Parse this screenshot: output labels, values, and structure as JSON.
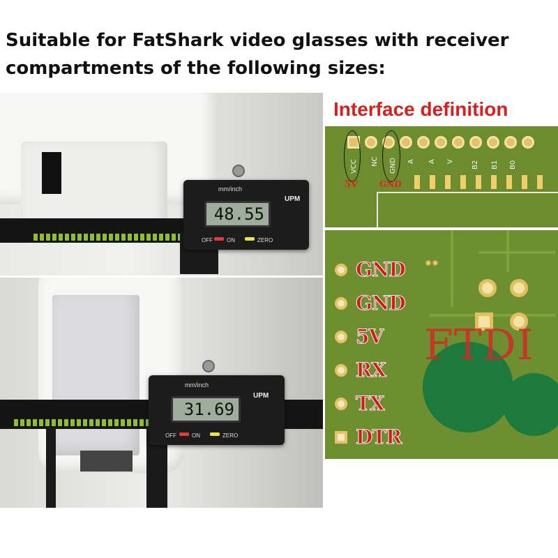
{
  "headline": {
    "line1": "Suitable for FatShark video glasses with receiver",
    "line2": "compartments of the following sizes:"
  },
  "measurements": {
    "top": {
      "reading": "48.55",
      "unit_label": "mm/inch",
      "brand": "UPM",
      "off": "OFF",
      "on": "ON",
      "zero": "ZERO"
    },
    "bottom": {
      "reading": "31.69",
      "unit_label": "mm/inch",
      "brand": "UPM",
      "off": "OFF",
      "on": "ON",
      "zero": "ZERO"
    }
  },
  "interface": {
    "title": "Interface definition",
    "top_pins": [
      "VCC",
      "NC",
      "GND",
      "A",
      "A",
      "V",
      "B2",
      "B1",
      "B0"
    ],
    "tag_5v": "5V",
    "tag_gnd": "GND"
  },
  "ftdi": {
    "label": "FTDI",
    "pins": [
      "GND",
      "GND",
      "5V",
      "RX",
      "TX",
      "DTR"
    ]
  },
  "colors": {
    "title_red": "#d62020",
    "pcb_green": "#6d8c2e",
    "pad_gold": "#e5c26a"
  }
}
